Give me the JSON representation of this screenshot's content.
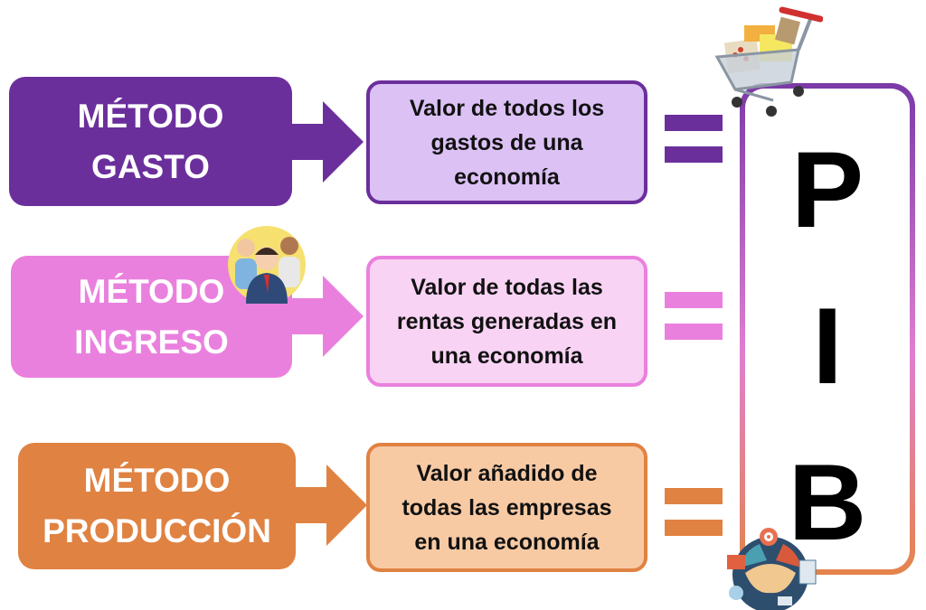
{
  "rows": [
    {
      "method_line1": "MÉTODO",
      "method_line2": "GASTO",
      "desc_line1": "Valor de todos los",
      "desc_line2": "gastos de una",
      "desc_line3": "economía",
      "color": "#6b2f9c",
      "fill": "#dcc1f5"
    },
    {
      "method_line1": "MÉTODO",
      "method_line2": "INGRESO",
      "desc_line1": "Valor de todas las",
      "desc_line2": "rentas generadas en",
      "desc_line3": "una economía",
      "color": "#ea80de",
      "fill": "#f9d3f4"
    },
    {
      "method_line1": "MÉTODO",
      "method_line2": "PRODUCCIÓN",
      "desc_line1": "Valor añadido de",
      "desc_line2": "todas las empresas",
      "desc_line3": "en una economía",
      "color": "#e08242",
      "fill": "#f8caa4"
    }
  ],
  "pib": {
    "letters": [
      "P",
      "I",
      "B"
    ]
  },
  "icons": [
    "shopping-cart-icon",
    "business-people-icon",
    "handshake-icon"
  ]
}
